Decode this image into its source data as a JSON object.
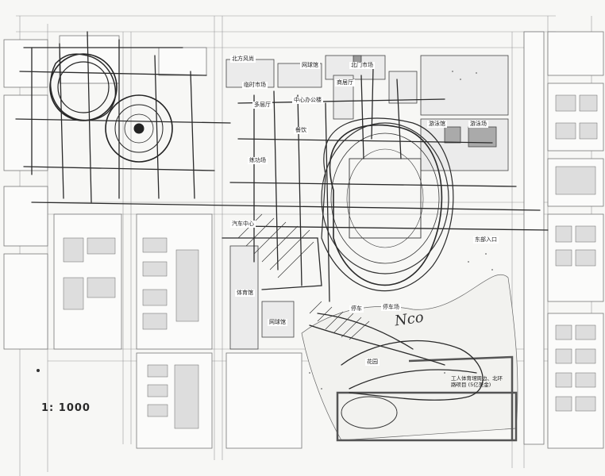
{
  "map": {
    "scale": "1: 1000",
    "handwriting": "Nco",
    "labels": {
      "north_building": "北方风尚",
      "gym": "网球馆",
      "north_gate": "北门市场",
      "activity_hall": "商居厅",
      "temp_store": "临时市场",
      "central_office": "中心办公楼",
      "hall_a": "多层厅",
      "training": "练功场",
      "restaurant_a": "餐饮",
      "hall_b": "游泳馆",
      "pool": "游泳场",
      "gym_building": "体育馆",
      "auto_center": "汽车中心",
      "lot_a": "停车",
      "tennis": "网球馆",
      "parking": "停车场",
      "garden": "花园",
      "zone_label": "工人体育场周边、北环路项目 (5亿美金)",
      "east": "东部入口"
    }
  }
}
